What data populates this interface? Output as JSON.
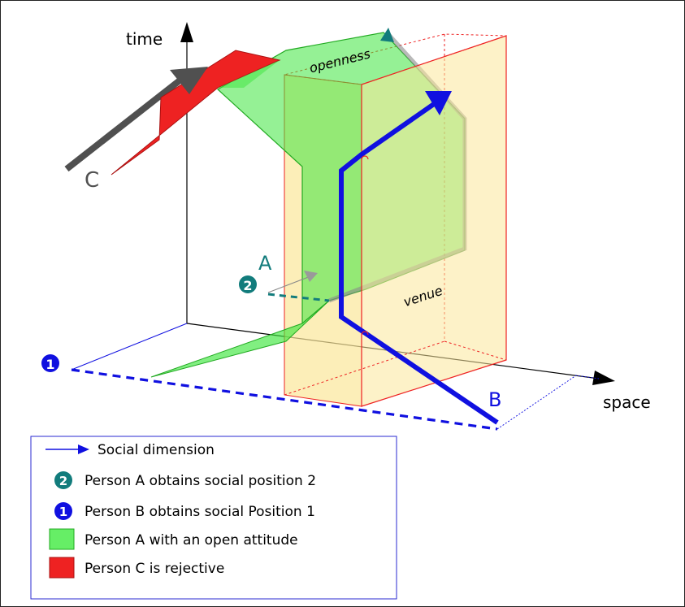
{
  "axes": {
    "time_label": "time",
    "space_label": "space"
  },
  "labels": {
    "openness": "openness",
    "venue": "venue",
    "person_a": "A",
    "person_b": "B",
    "person_c": "C",
    "marker_1": "1",
    "marker_2": "2"
  },
  "legend": {
    "social_dimension": "Social dimension",
    "person_a_position": "Person A obtains social position 2",
    "person_b_position": "Person B obtains social Position 1",
    "person_a_open": "Person A with an open attitude",
    "person_c_rejective": "Person C is rejective"
  },
  "colors": {
    "blue": "#1010e0",
    "teal": "#127c7c",
    "green": "#3ee63e",
    "red": "#ee2222",
    "venue_fill": "#fbe79a",
    "gray": "#505050"
  }
}
